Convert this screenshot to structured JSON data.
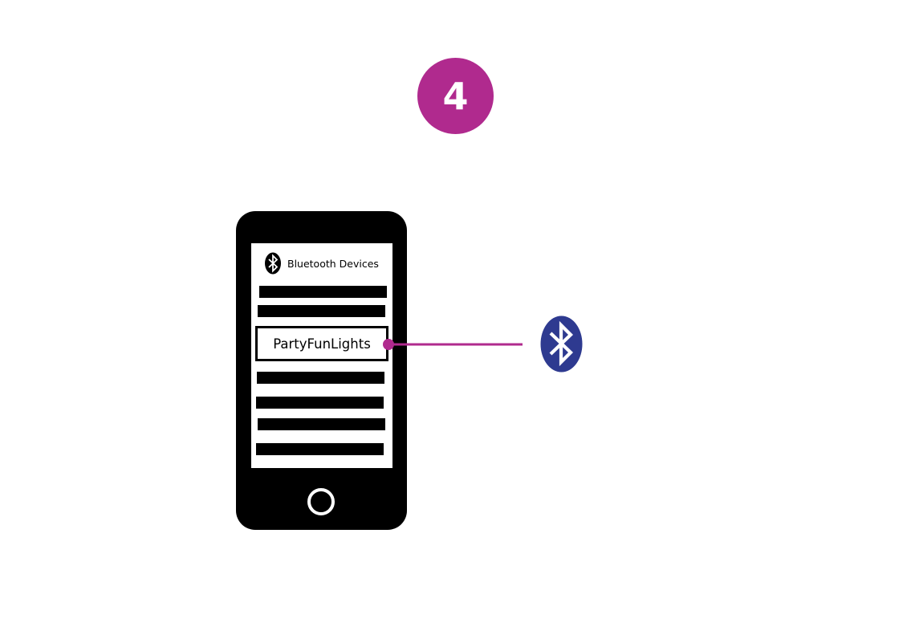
{
  "step": {
    "number": "4"
  },
  "phone": {
    "header_icon": "bluetooth-icon",
    "header_label": "Bluetooth Devices",
    "selected_device": "PartyFunLights"
  },
  "connector": {
    "icon": "bluetooth-icon"
  },
  "colors": {
    "accent": "#b02a8e",
    "bluetooth_blue": "#2e3a90",
    "phone_body": "#000000",
    "screen": "#ffffff"
  }
}
